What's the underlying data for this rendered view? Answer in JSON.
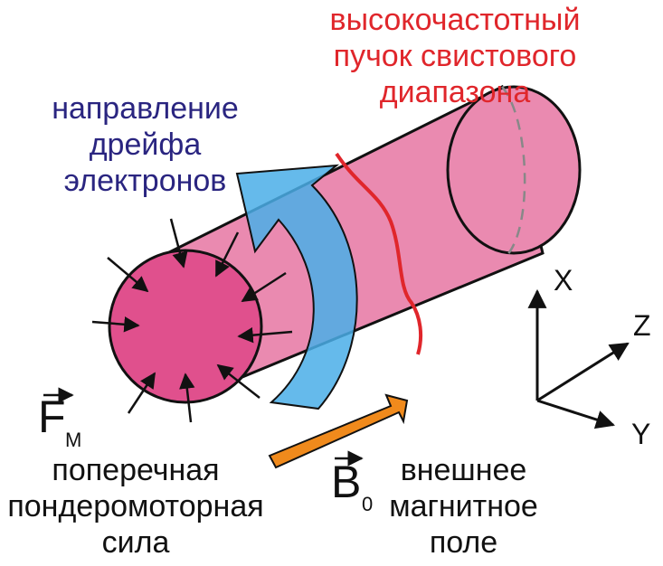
{
  "labels": {
    "drift": [
      "направление",
      "дрейфа",
      "электронов"
    ],
    "whistler": [
      "высокочастотный",
      "пучок свистового",
      "диапазона"
    ],
    "force": [
      "поперечная",
      "пондеромоторная",
      "сила"
    ],
    "field": [
      "внешнее",
      "магнитное",
      "поле"
    ]
  },
  "symbols": {
    "force_main": "F",
    "force_sub": "M",
    "field_main": "B",
    "field_sub": "0"
  },
  "axes": {
    "x": "X",
    "y": "Y",
    "z": "Z"
  },
  "colors": {
    "cylinder": "#ea8ab0",
    "end_face": "#e0508d",
    "drift_text": "#2a2580",
    "drift_arrow": "#4aaee8",
    "whistler": "#e0262b",
    "field_arrow": "#f08a1c",
    "ink": "#111111"
  }
}
